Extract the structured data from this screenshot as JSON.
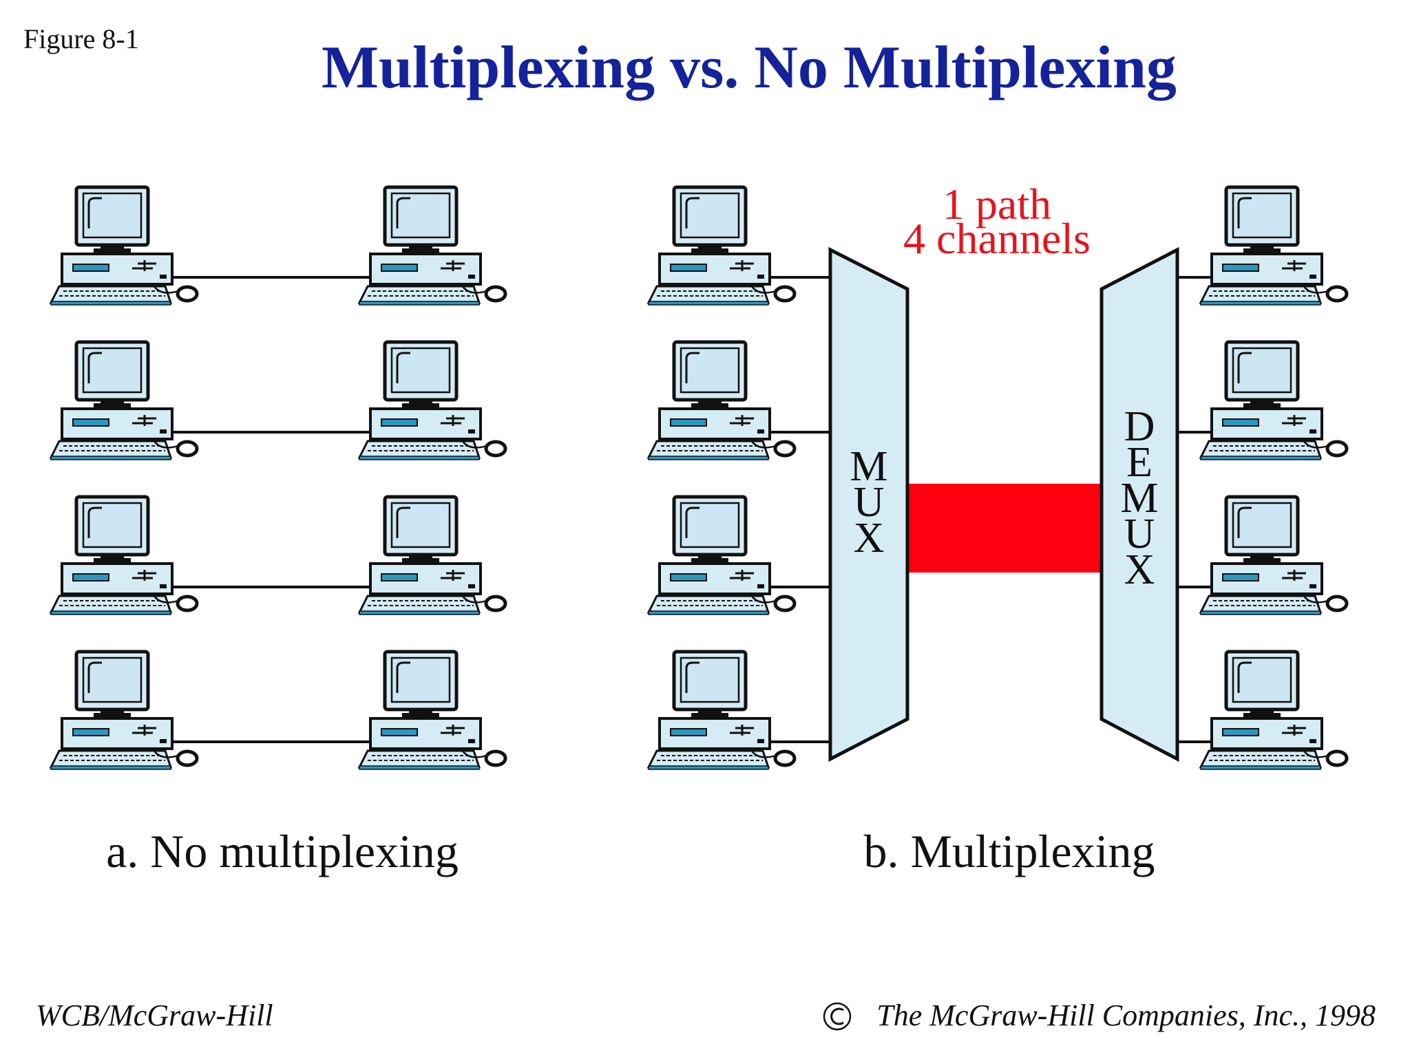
{
  "figure_label": "Figure 8-1",
  "title": "Multiplexing vs. No Multiplexing",
  "panel_a": {
    "caption": "a. No multiplexing",
    "pairs": 4
  },
  "panel_b": {
    "caption": "b. Multiplexing",
    "mux_label": "MUX",
    "demux_label": "DEMUX",
    "path_label_line1": "1 path",
    "path_label_line2": "4 channels",
    "computers_per_side": 4
  },
  "footer_left": "WCB/McGraw-Hill",
  "footer_right": "The McGraw-Hill Companies, Inc., 1998",
  "copyright_symbol": "©",
  "colors": {
    "title": "#14229c",
    "path_label": "#e8121c",
    "link": "#ff0010",
    "device_fill": "#d6ecf4",
    "screen_fill": "#cde6f3",
    "drive_slot": "#2b98c0",
    "keyboard_edge": "#2b98c0",
    "outline": "#111111"
  }
}
